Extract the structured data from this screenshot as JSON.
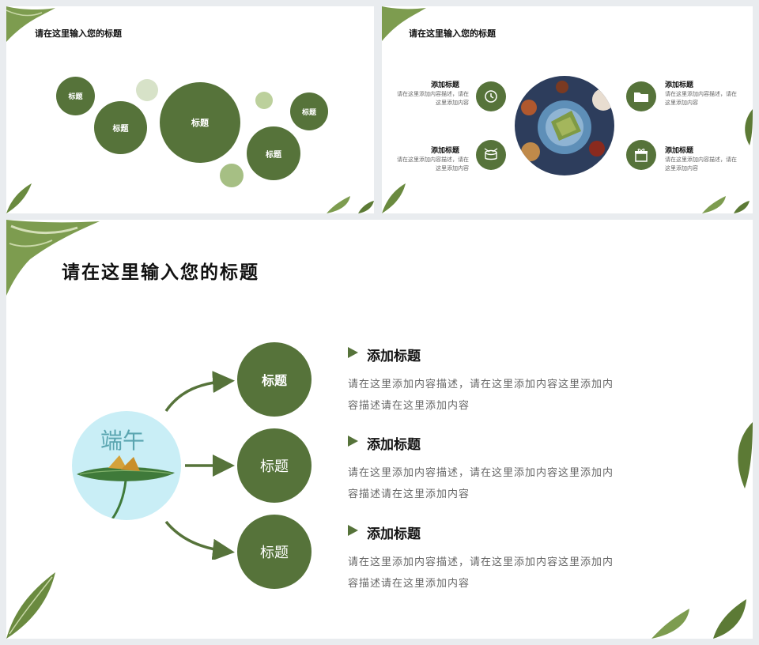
{
  "slide1": {
    "title": "请在这里输入您的标题",
    "bubbles": [
      "标题",
      "标题",
      "标题",
      "标题",
      "标题"
    ]
  },
  "slide2": {
    "title": "请在这里输入您的标题",
    "items": [
      {
        "label": "添加标题",
        "desc": "请在这里添加内容描述，请在这里添加内容",
        "icon": "clock-icon"
      },
      {
        "label": "添加标题",
        "desc": "请在这里添加内容描述，请在这里添加内容",
        "icon": "drum-icon"
      },
      {
        "label": "添加标题",
        "desc": "请在这里添加内容描述，请在这里添加内容",
        "icon": "folder-icon"
      },
      {
        "label": "添加标题",
        "desc": "请在这里添加内容描述，请在这里添加内容",
        "icon": "gift-icon"
      }
    ]
  },
  "slide3": {
    "title": "请在这里输入您的标题",
    "logo_text": "端午",
    "nodes": [
      "标题",
      "标题",
      "标题"
    ],
    "items": [
      {
        "label": "添加标题",
        "desc": "请在这里添加内容描述，请在这里添加内容这里添加内容描述请在这里添加内容"
      },
      {
        "label": "添加标题",
        "desc": "请在这里添加内容描述，请在这里添加内容这里添加内容描述请在这里添加内容"
      },
      {
        "label": "添加标题",
        "desc": "请在这里添加内容描述，请在这里添加内容这里添加内容描述请在这里添加内容"
      }
    ]
  },
  "colors": {
    "accent": "#56733a",
    "light_green": "#a6bf84",
    "pale_green": "#d7e2c8",
    "sky": "#c9eef6"
  }
}
